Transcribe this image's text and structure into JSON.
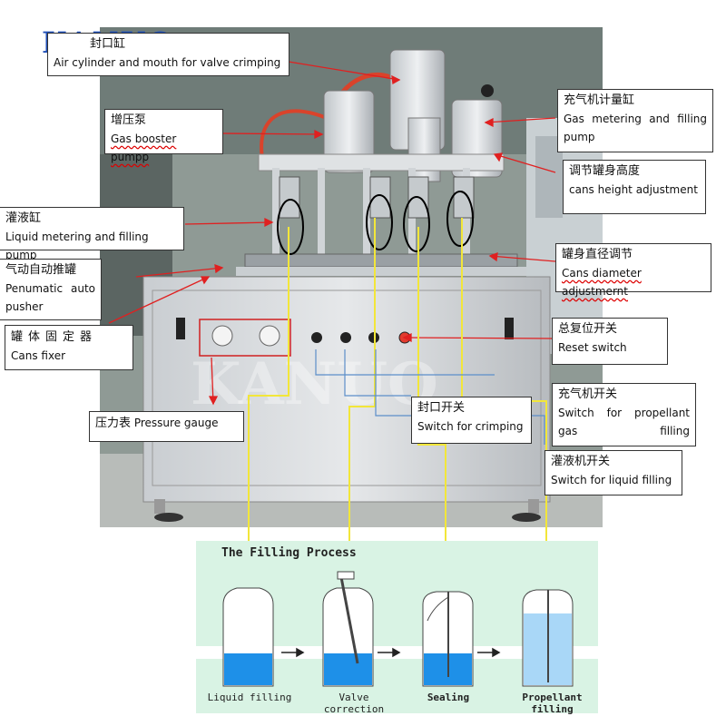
{
  "brand": "KANUO",
  "watermark": "KANUO",
  "labels": {
    "valve_crimping": {
      "zh": "封口缸",
      "en": "Air cylinder and mouth for valve crimping"
    },
    "booster_pump": {
      "zh": "增压泵",
      "en": "Gas booster pumpp"
    },
    "liquid_pump": {
      "zh": "灌液缸",
      "en": "Liquid metering and filling pump"
    },
    "auto_pusher": {
      "zh": "气动自动推罐",
      "en": "Penumatic auto pusher"
    },
    "cans_fixer": {
      "zh": "罐体固定器",
      "en": "Cans fixer"
    },
    "pressure_gauge": {
      "zh": "压力表",
      "en": "Pressure gauge"
    },
    "gas_metering": {
      "zh": "充气机计量缸",
      "en": "Gas metering and filling pump"
    },
    "height_adjust": {
      "zh": "调节罐身高度",
      "en": "cans height adjustment"
    },
    "diameter_adjust": {
      "zh": "罐身直径调节",
      "en": "Cans diameter adjustmernt"
    },
    "reset_switch": {
      "zh": "总复位开关",
      "en": "Reset switch"
    },
    "crimp_switch": {
      "zh": "封口开关",
      "en": "Switch for crimping"
    },
    "propellant_switch": {
      "zh": "充气机开关",
      "en": "Switch for propellant gas filling"
    },
    "liquid_switch": {
      "zh": "灌液机开关",
      "en": "Switch for liquid filling"
    }
  },
  "process": {
    "title": "The Filling Process",
    "steps": [
      "Liquid filling",
      "Valve correction",
      "Sealing",
      "Propellant filling"
    ]
  }
}
